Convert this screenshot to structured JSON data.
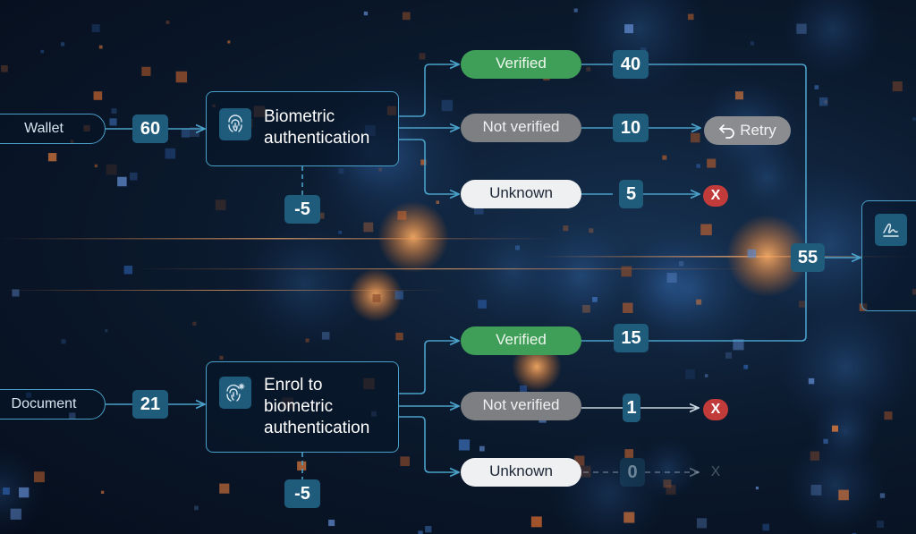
{
  "colors": {
    "accent": "#4aa0c8",
    "badge": "#1f5b7a",
    "verified": "#3f9e58",
    "not_verified": "#7d7f83",
    "unknown": "#eef0f2",
    "error": "#c23b3b"
  },
  "top_flow": {
    "source": "Wallet",
    "input_count": "60",
    "process": {
      "line1": "Biometric",
      "line2": "authentication",
      "icon": "fingerprint-icon"
    },
    "drop": "-5",
    "outcomes": {
      "verified": {
        "label": "Verified",
        "count": "40"
      },
      "not_verified": {
        "label": "Not verified",
        "count": "10",
        "next": "Retry",
        "next_icon": "retry-arrow-icon"
      },
      "unknown": {
        "label": "Unknown",
        "count": "5",
        "next_icon": "x-icon"
      }
    }
  },
  "bottom_flow": {
    "source": "Document",
    "input_count": "21",
    "process": {
      "line1": "Enrol to",
      "line2": "biometric",
      "line3": "authentication",
      "icon": "fingerprint-star-icon"
    },
    "drop": "-5",
    "outcomes": {
      "verified": {
        "label": "Verified",
        "count": "15"
      },
      "not_verified": {
        "label": "Not verified",
        "count": "1",
        "next_icon": "x-icon"
      },
      "unknown": {
        "label": "Unknown",
        "count": "0",
        "next_icon": "x-icon"
      }
    }
  },
  "merge": {
    "count": "55",
    "target_icon": "signature-icon"
  },
  "x_glyph": "X"
}
